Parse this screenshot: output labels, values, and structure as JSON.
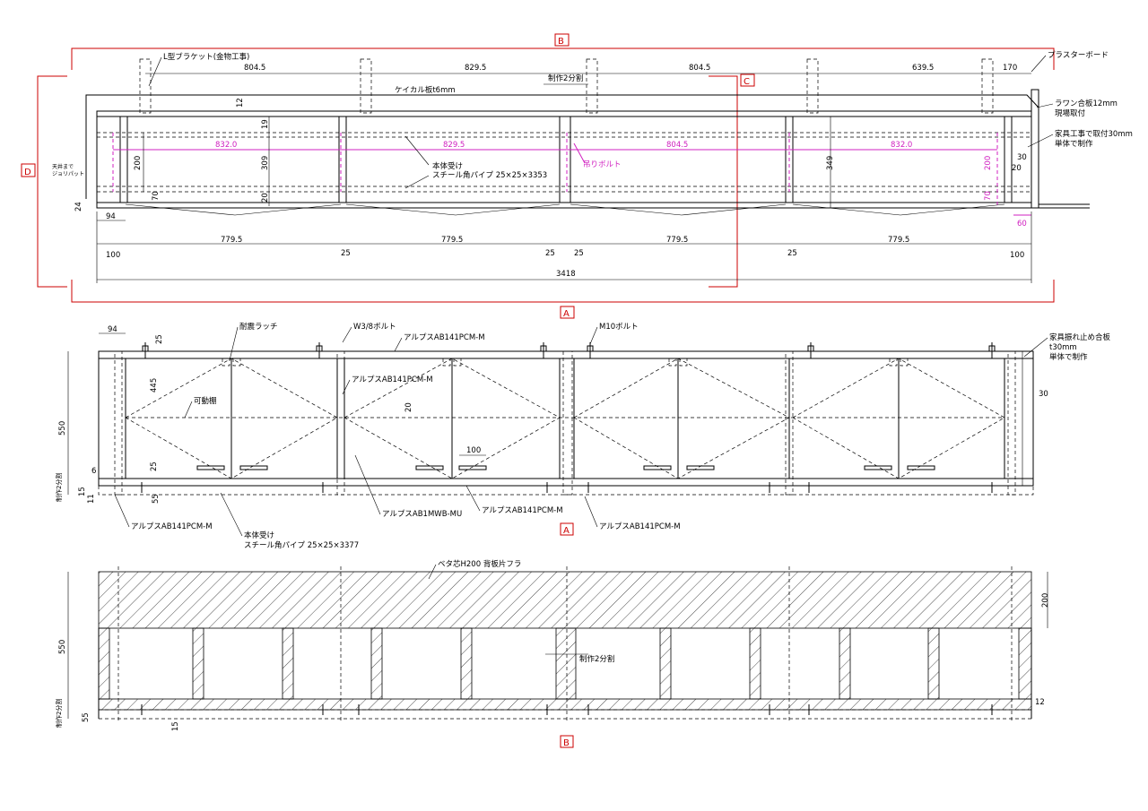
{
  "plan": {
    "section_markers": {
      "b": "B",
      "c": "C",
      "d": "D",
      "a": "A"
    },
    "top_dims": [
      "804.5",
      "829.5",
      "804.5",
      "639.5",
      "170"
    ],
    "seisaku_split": "制作2分割",
    "bracket_label": "L型ブラケット(金物工事)",
    "plaster_board": "プラスターボード",
    "keikal": "ケイカル板t6mm",
    "rawan": "ラワン合板12mm",
    "rawan_sub": "現場取付",
    "kagu_label": "家具工事で取付30mm",
    "kagu_sub": "単体で制作",
    "hontai": "本体受け",
    "pipe": "スチール角パイプ 25×25×3353",
    "bolt": "吊りボルト",
    "ceiling_note": "天井まで",
    "ceiling_note2": "ジョリパット",
    "mag_dims": [
      "832.0",
      "829.5",
      "804.5",
      "832.0"
    ],
    "dim_12": "12",
    "dim_19": "19",
    "dim_309": "309",
    "dim_20": "20",
    "dim_200": "200",
    "dim_70": "70",
    "dim_349": "349",
    "dim_30": "30",
    "dim_24": "24",
    "dim_94": "94",
    "dim_60": "60",
    "bot_dims": [
      "779.5",
      "779.5",
      "779.5",
      "779.5"
    ],
    "dim_25": "25",
    "dim_100": "100",
    "total": "3418"
  },
  "front": {
    "dim_94": "94",
    "dim_25": "25",
    "latch": "耐震ラッチ",
    "w38": "W3/8ボルト",
    "alps1": "アルプスAB141PCM-M",
    "m10": "M10ボルト",
    "kagu_brace": "家具振れ止め合板",
    "kagu_t": "t30mm",
    "kagu_tan": "単体で制作",
    "dim_30": "30",
    "dim_445": "445",
    "dim_550": "550",
    "kado": "可動棚",
    "dim_20": "20",
    "dim_100": "100",
    "seisaku": "制作2分割",
    "dim_6": "6",
    "dim_15": "15",
    "dim_11": "11",
    "dim_55": "55",
    "alps_bl": "アルプスAB141PCM-M",
    "hontai": "本体受け",
    "pipe": "スチール角パイプ 25×25×3377",
    "mwb": "アルプスAB1MWB-MU",
    "alps_b2": "アルプスAB141PCM-M",
    "alps_b3": "アルプスAB141PCM-M",
    "marker_a": "A"
  },
  "back": {
    "beta": "ベタ芯H200 背板片フラ",
    "dim_200": "200",
    "dim_550": "550",
    "split": "制作2分割",
    "seisaku": "制作2分割",
    "dim_55": "55",
    "dim_15": "15",
    "dim_12": "12",
    "marker_b": "B"
  }
}
